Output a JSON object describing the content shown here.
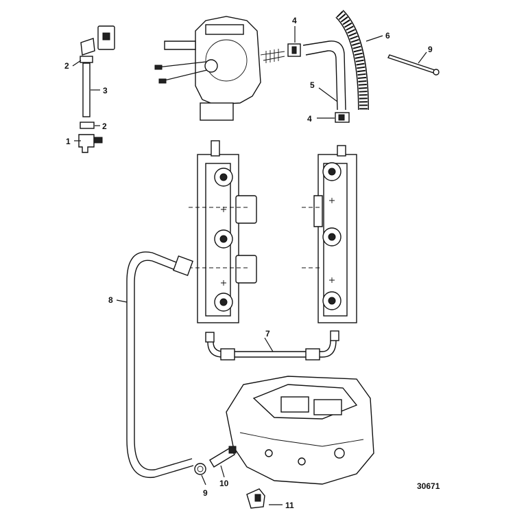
{
  "callouts": [
    {
      "id": "c1",
      "text": "1"
    },
    {
      "id": "c2a",
      "text": "2"
    },
    {
      "id": "c2b",
      "text": "2"
    },
    {
      "id": "c3",
      "text": "3"
    },
    {
      "id": "c4a",
      "text": "4"
    },
    {
      "id": "c4b",
      "text": "4"
    },
    {
      "id": "c5",
      "text": "5"
    },
    {
      "id": "c6",
      "text": "6"
    },
    {
      "id": "c7",
      "text": "7"
    },
    {
      "id": "c8",
      "text": "8"
    },
    {
      "id": "c9a",
      "text": "9"
    },
    {
      "id": "c9b",
      "text": "9"
    },
    {
      "id": "c10",
      "text": "10"
    },
    {
      "id": "c11",
      "text": "11"
    }
  ],
  "figure_number": "30671"
}
